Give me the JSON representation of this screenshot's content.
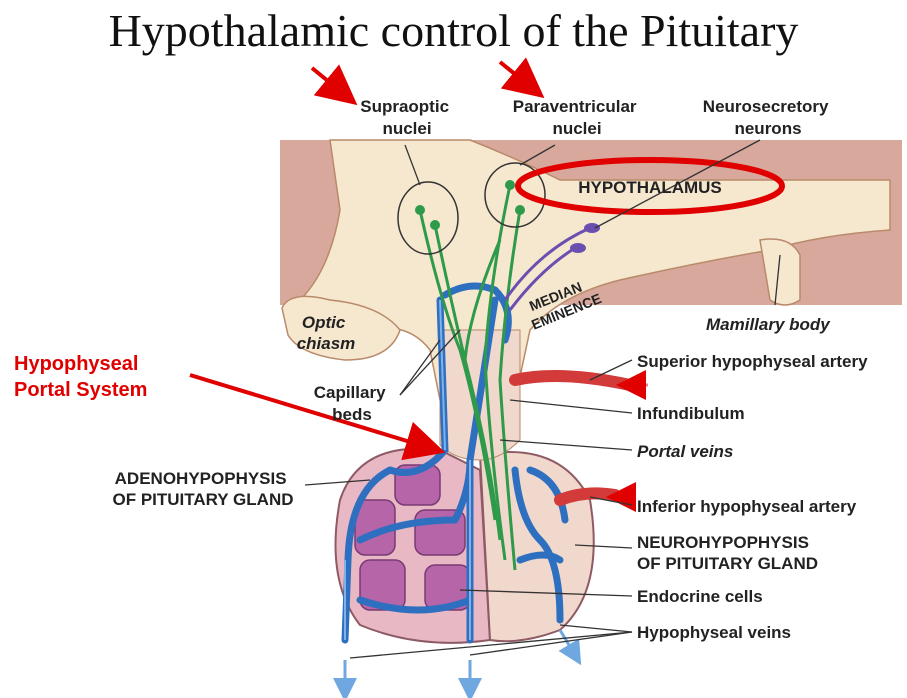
{
  "title": "Hypothalamic control of the Pituitary",
  "labels": {
    "supraoptic": [
      "Supraoptic",
      "nuclei"
    ],
    "paraventricular": [
      "Paraventricular",
      "nuclei"
    ],
    "neurosecretory": [
      "Neurosecretory",
      "neurons"
    ],
    "hypothalamus": "HYPOTHALAMUS",
    "median_eminence": [
      "MEDIAN",
      "EMINENCE"
    ],
    "optic_chiasm": [
      "Optic",
      "chiasm"
    ],
    "mamillary_body": "Mamillary body",
    "hypophyseal_portal": [
      "Hypophyseal",
      "Portal System"
    ],
    "capillary_beds": [
      "Capillary",
      "beds"
    ],
    "superior_artery": "Superior hypophyseal artery",
    "infundibulum": "Infundibulum",
    "portal_veins": "Portal veins",
    "adenohypophysis": [
      "ADENOHYPOPHYSIS",
      "OF PITUITARY GLAND"
    ],
    "inferior_artery": "Inferior hypophyseal artery",
    "neurohypophysis": [
      "NEUROHYPOPHYSIS",
      "OF PITUITARY GLAND"
    ],
    "endocrine_cells": "Endocrine cells",
    "hypophyseal_veins": "Hypophyseal veins"
  },
  "colors": {
    "tissue": "#f6e7cf",
    "brain_band": "#d9a89c",
    "anterior_lobe": "#e8b9c4",
    "vessel": "#2f6fc0",
    "neuron": "#2e9a4a",
    "neuron_purple": "#6a4fb0",
    "artery": "#d33a3a",
    "highlight": "#e00000",
    "cell": "#b565a8"
  }
}
